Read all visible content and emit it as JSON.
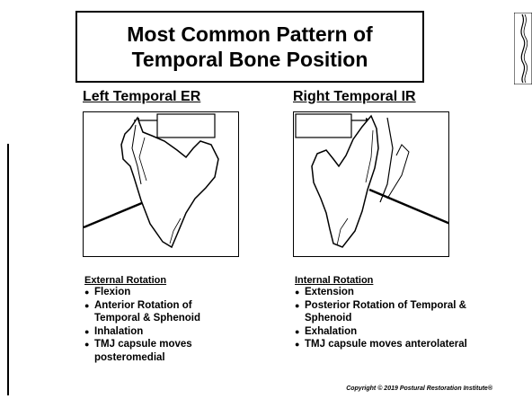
{
  "title": {
    "line1": "Most Common Pattern of",
    "line2": "Temporal Bone Position"
  },
  "left": {
    "heading": "Left Temporal ER",
    "section_title": "External Rotation",
    "points": [
      "Flexion",
      "Anterior Rotation of Temporal & Sphenoid",
      "Inhalation",
      "TMJ capsule moves posteromedial"
    ]
  },
  "right": {
    "heading": "Right Temporal IR",
    "section_title": "Internal Rotation",
    "points": [
      "Extension",
      "Posterior Rotation of Temporal & Sphenoid",
      "Exhalation",
      "TMJ capsule moves anterolateral"
    ]
  },
  "copyright": "Copyright © 2019 Postural Restoration Institute®"
}
